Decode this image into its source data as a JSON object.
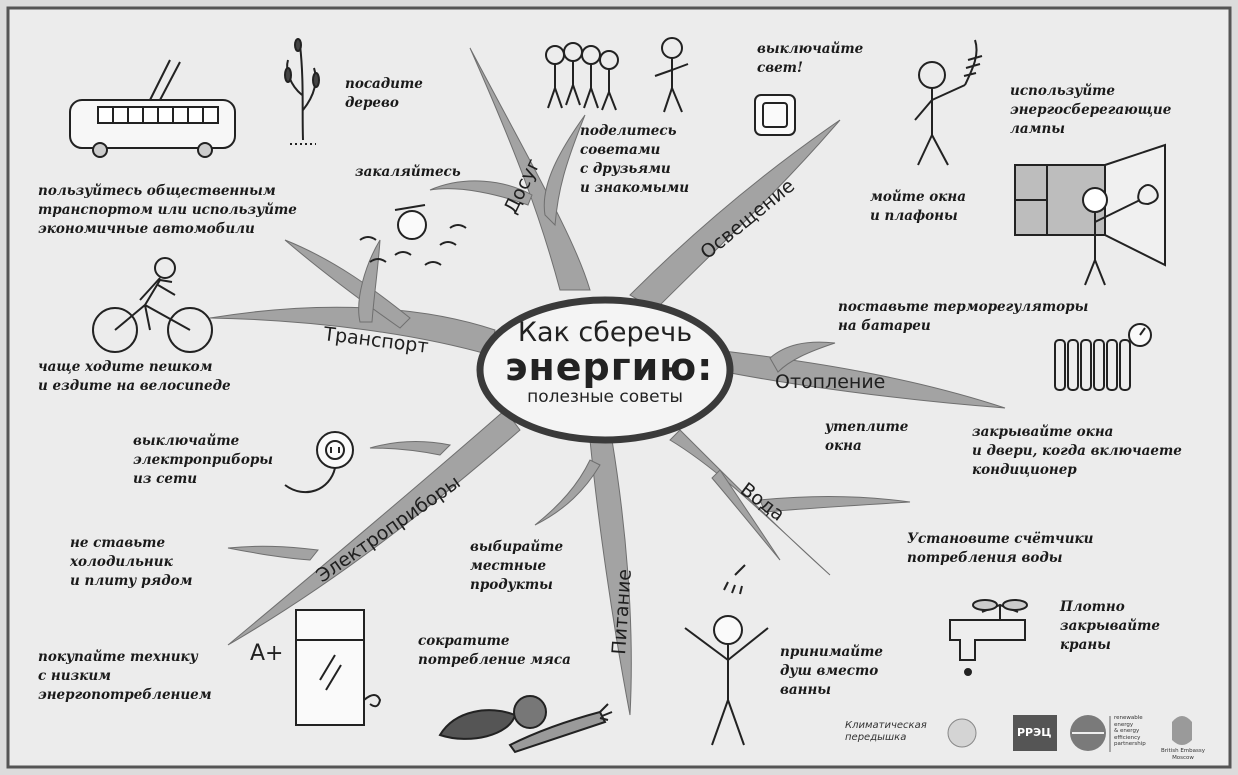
{
  "title": {
    "line1": "Как сберечь",
    "line2": "энергию:",
    "line3": "полезные советы"
  },
  "branches": {
    "dosug": "Досуг",
    "osveshenie": "Освещение",
    "transport": "Транспорт",
    "otoplenie": "Отопление",
    "elektropribory": "Электроприборы",
    "pitanie": "Питание",
    "voda": "Вода"
  },
  "tips": {
    "plant_tree": "посадите\nдерево",
    "harden": "закаляйтесь",
    "share_advice": "поделитесь\nсоветами\nс друзьями\nи знакомыми",
    "turn_off_light": "выключайте\nсвет!",
    "energy_lamps": "используйте\nэнергосберегающие\nлампы",
    "wash_windows": "мойте окна\nи плафоны",
    "public_transport": "пользуйтесь общественным\nтранспортом или используйте\nэкономичные автомобили",
    "walk_bike": "чаще ходите пешком\nи ездите на велосипеде",
    "thermostats": "поставьте терморегуляторы\nна батареи",
    "insulate": "утеплите\nокна",
    "close_windows": "закрывайте окна\nи двери, когда включаете\nкондиционер",
    "unplug": "выключайте\nэлектроприборы\nиз сети",
    "fridge_stove": "не ставьте\nхолодильник\nи плиту рядом",
    "low_energy": "покупайте технику\nс низким\nэнергопотреблением",
    "local_products": "выбирайте\nместные\nпродукты",
    "less_meat": "сократите\nпотребление мяса",
    "water_meters": "Установите счётчики\nпотребления воды",
    "close_taps": "Плотно\nзакрывайте\nкраны",
    "shower": "принимайте\nдуш вместо\nванны"
  },
  "energy_class": "A+",
  "credits": {
    "climate": "Климатическая\nпередышка",
    "rrec": "РРЭЦ",
    "reeep": "renewable\nenergy\n& energy\nefficiency\npartnership",
    "embassy": "British Embassy\nMoscow"
  },
  "colors": {
    "branch": "#a3a3a3",
    "background": "#ececec",
    "frame": "#555555",
    "ink": "#1a1a1a"
  }
}
